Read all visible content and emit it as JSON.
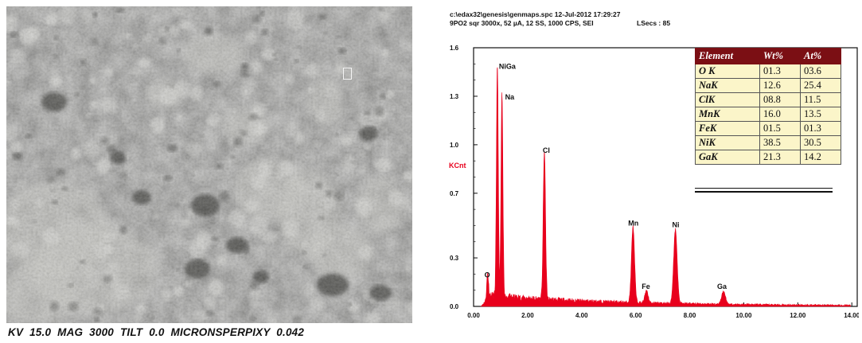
{
  "sem": {
    "caption": "KV  15.0   MAG  3000   TILT  0.0   MICRONSPERPIXY 0.042"
  },
  "eds": {
    "header_line1": "c:\\edax32\\genesis\\genmaps.spc  12-Jul-2012 17:29:27",
    "header_line2": "9PO2    sqr  3000x,  52 µA, 12 SS, 1000 CPS, SEI",
    "lsecs": "LSecs : 85",
    "colors": {
      "spectrum": "#e8001c",
      "axis": "#111111",
      "table_header": "#7b0f14",
      "table_cell": "#fbf5c9"
    }
  },
  "chart_data": {
    "type": "line",
    "title": "",
    "xlabel": "",
    "ylabel": "KCnt",
    "xlim": [
      0,
      14.2
    ],
    "ylim": [
      0,
      1.6
    ],
    "x_ticks": [
      "0.00",
      "2.00",
      "4.00",
      "6.00",
      "8.00",
      "10.00",
      "12.00",
      "14.00"
    ],
    "y_ticks": [
      "0.0",
      "0.3",
      "0.7",
      "1.0",
      "1.3",
      "1.6"
    ],
    "grid": false,
    "series": [
      {
        "peaks": [
          {
            "label": "O",
            "energy": 0.52,
            "height": 0.16
          },
          {
            "label": "NiGa",
            "energy": 0.88,
            "height": 1.44
          },
          {
            "label": "Na",
            "energy": 1.05,
            "height": 1.25
          },
          {
            "label": "Cl",
            "energy": 2.62,
            "height": 0.92
          },
          {
            "label": "Mn",
            "energy": 5.9,
            "height": 0.47
          },
          {
            "label": "Fe",
            "energy": 6.4,
            "height": 0.08
          },
          {
            "label": "Ni",
            "energy": 7.47,
            "height": 0.46
          },
          {
            "label": "Ga",
            "energy": 9.25,
            "height": 0.08
          }
        ]
      }
    ]
  },
  "table": {
    "headers": [
      "Element",
      "Wt%",
      "At%"
    ],
    "rows": [
      {
        "element": "O K",
        "wt": "01.3",
        "at": "03.6"
      },
      {
        "element": "NaK",
        "wt": "12.6",
        "at": "25.4"
      },
      {
        "element": "ClK",
        "wt": "08.8",
        "at": "11.5"
      },
      {
        "element": "MnK",
        "wt": "16.0",
        "at": "13.5"
      },
      {
        "element": "FeK",
        "wt": "01.5",
        "at": "01.3"
      },
      {
        "element": "NiK",
        "wt": "38.5",
        "at": "30.5"
      },
      {
        "element": "GaK",
        "wt": "21.3",
        "at": "14.2"
      }
    ]
  }
}
